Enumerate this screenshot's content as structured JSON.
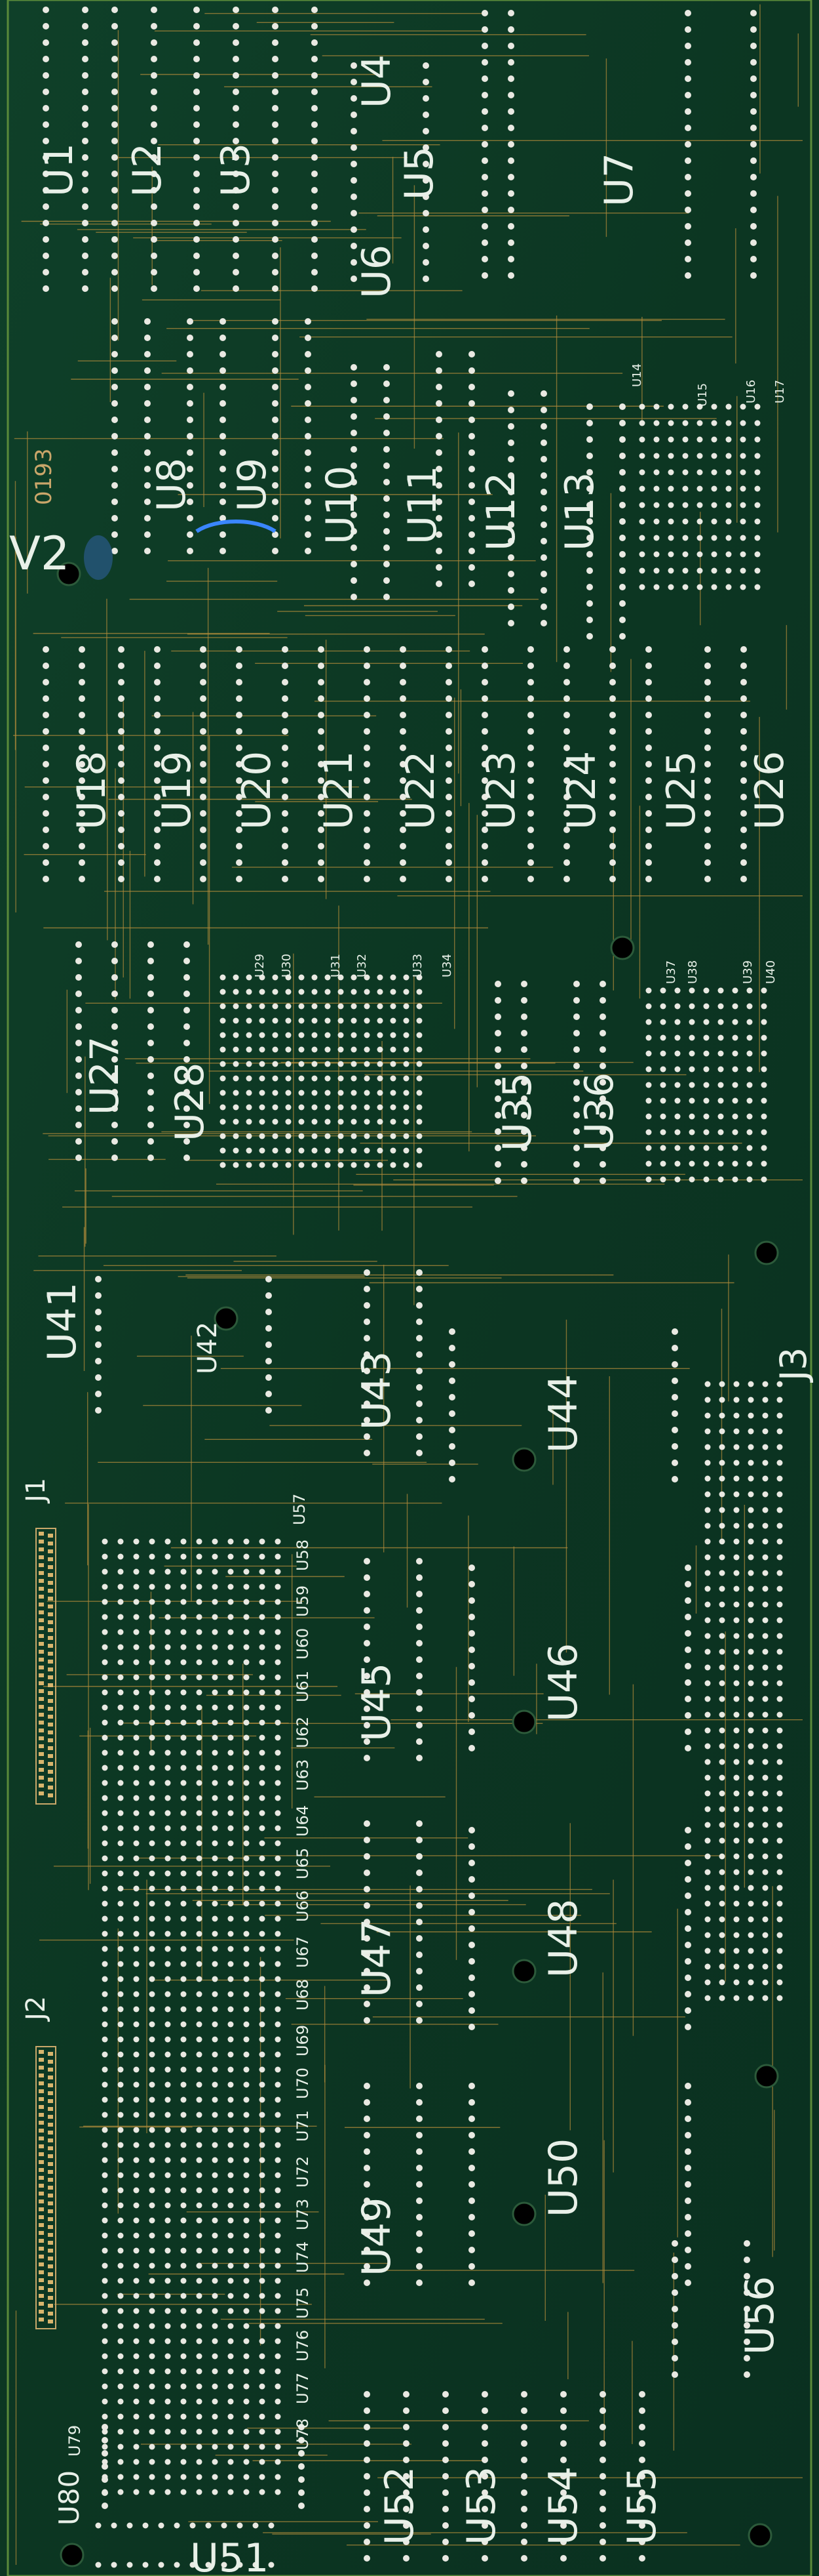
{
  "board": {
    "logo_text": "V2",
    "date_code": "0193",
    "colors": {
      "pcb": "#0d3a26",
      "pcb_dark": "#08291b",
      "trace": "#b08a3a",
      "pad": "#e9e9e2",
      "silk": "#e8f0e8",
      "ink_blue": "#3a86ff",
      "mount_hole": "#000000"
    }
  },
  "labels": {
    "U1": "U1",
    "U2": "U2",
    "U3": "U3",
    "U4": "U4",
    "U5": "U5",
    "U6": "U6",
    "U7": "U7",
    "U8": "U8",
    "U9": "U9",
    "U10": "U10",
    "U11": "U11",
    "U12": "U12",
    "U13": "U13",
    "U14": "U14",
    "U15": "U15",
    "U16": "U16",
    "U17": "U17",
    "U18": "U18",
    "U19": "U19",
    "U20": "U20",
    "U21": "U21",
    "U22": "U22",
    "U23": "U23",
    "U24": "U24",
    "U25": "U25",
    "U26": "U26",
    "U27": "U27",
    "U28": "U28",
    "U29": "U29",
    "U30": "U30",
    "U31": "U31",
    "U32": "U32",
    "U33": "U33",
    "U34": "U34",
    "U35": "U35",
    "U36": "U36",
    "U37": "U37",
    "U38": "U38",
    "U39": "U39",
    "U40": "U40",
    "U41": "U41",
    "U42": "U42",
    "U43": "U43",
    "U44": "U44",
    "U45": "U45",
    "U46": "U46",
    "U47": "U47",
    "U48": "U48",
    "U49": "U49",
    "U50": "U50",
    "U51": "U51",
    "U52": "U52",
    "U53": "U53",
    "U54": "U54",
    "U55": "U55",
    "U56": "U56",
    "U57": "U57",
    "U58": "U58",
    "U59": "U59",
    "U60": "U60",
    "U61": "U61",
    "U62": "U62",
    "U63": "U63",
    "U64": "U64",
    "U65": "U65",
    "U66": "U66",
    "U67": "U67",
    "U68": "U68",
    "U69": "U69",
    "U70": "U70",
    "U71": "U71",
    "U72": "U72",
    "U73": "U73",
    "U74": "U74",
    "U75": "U75",
    "U76": "U76",
    "U77": "U77",
    "U78": "U78",
    "U79": "U79",
    "U80": "U80",
    "J1": "J1",
    "J2": "J2",
    "J3": "J3"
  }
}
